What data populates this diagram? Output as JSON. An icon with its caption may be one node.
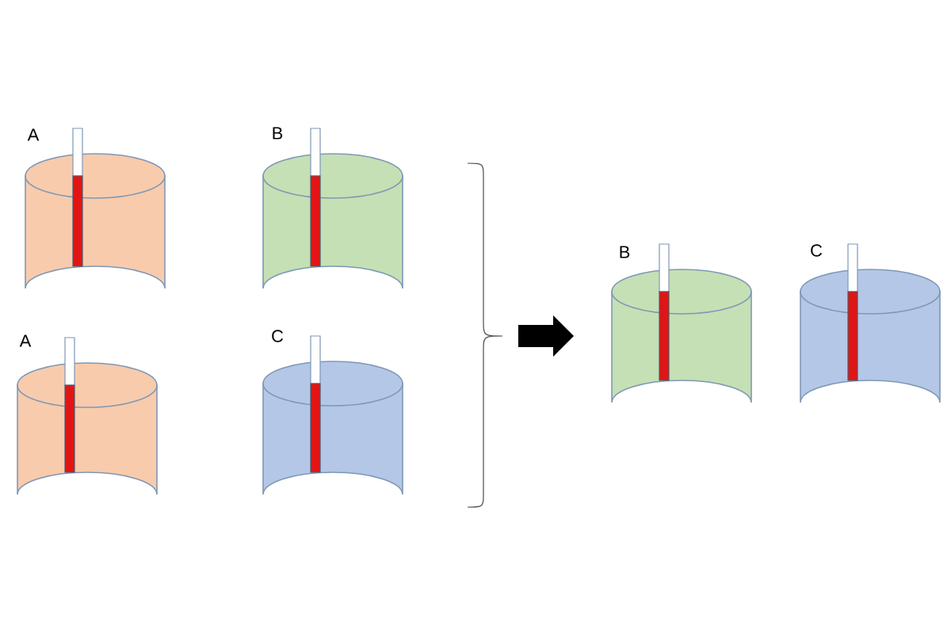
{
  "diagram": {
    "nodes": [
      {
        "text": [
          "A"
        ]
      },
      {
        "text": [
          "A"
        ]
      },
      {
        "text": [
          "B"
        ]
      },
      {
        "text": [
          "C"
        ]
      },
      {
        "text": [
          "B"
        ]
      },
      {
        "text": [
          "C"
        ]
      }
    ]
  }
}
